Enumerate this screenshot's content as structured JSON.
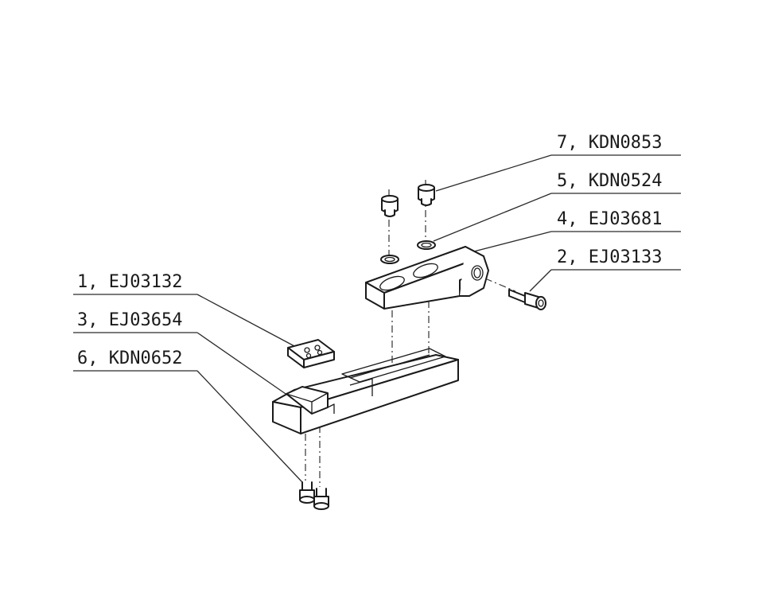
{
  "callouts": {
    "part_1": "1, EJ03132",
    "part_2": "2, EJ03133",
    "part_3": "3, EJ03654",
    "part_4": "4, EJ03681",
    "part_5": "5, KDN0524",
    "part_6": "6, KDN0652",
    "part_7": "7, KDN0853"
  },
  "colors": {
    "line": "#1a1a1a",
    "part_fill": "#ffffff",
    "background": "#ffffff"
  }
}
